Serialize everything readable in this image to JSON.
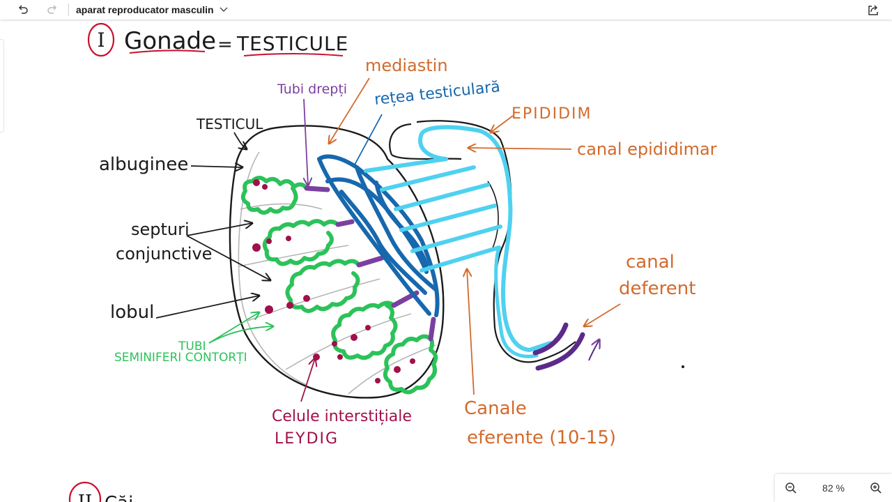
{
  "toolbar": {
    "title": "aparat reproducator masculin",
    "undo_icon": "undo-icon",
    "redo_icon": "redo-icon",
    "share_icon": "share-icon"
  },
  "note": {
    "heading_numeral": "I",
    "heading_word": "Gonade",
    "heading_equals": "=",
    "heading_subject": "TESTICULE",
    "next_heading_numeral": "II",
    "next_heading_fragment": "Căi",
    "labels": {
      "testicul": "TESTICUL",
      "albuginee": "albuginee",
      "septuri_1": "septuri",
      "septuri_2": "conjunctive",
      "lobul": "lobul",
      "tubi_1": "TUBI",
      "tubi_2": "SEMINIFERI CONTORȚI",
      "celule_1": "Celule interstițiale",
      "celule_2": "LEYDIG",
      "tubi_drepti": "Tubi drepți",
      "mediastin": "mediastin",
      "retea": "rețea testiculară",
      "epididim": "EPIDIDIM",
      "canal_epididimar": "canal epididimar",
      "canale_1": "Canale",
      "canale_2": "eferente (10-15)",
      "canal_deferent_1": "canal",
      "canal_deferent_2": "deferent"
    }
  },
  "colors": {
    "black": "#1a1a1a",
    "red": "#c8102e",
    "orange": "#d26a2c",
    "purple": "#7b3fa0",
    "dark_purple": "#5b2a8a",
    "blue": "#1768ad",
    "light_blue": "#4fd1f0",
    "green": "#2cc25a",
    "crimson": "#a0104a",
    "gray": "#b5b5b5"
  },
  "zoom": {
    "value": "82 %",
    "zoom_out_icon": "zoom-out-icon",
    "zoom_in_icon": "zoom-in-icon"
  }
}
